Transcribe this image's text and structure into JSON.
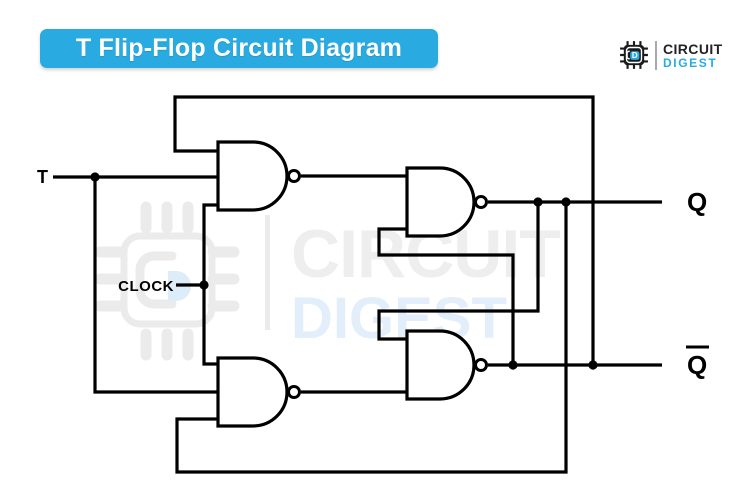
{
  "header": {
    "title": "T Flip-Flop Circuit Diagram"
  },
  "brand": {
    "name_top": "CIRCUIT",
    "name_bottom": "DIGEST",
    "monogram": "D",
    "accent_color": "#29abe2"
  },
  "watermark": {
    "text_top": "CIRCUIT",
    "text_bottom": "DIGEST"
  },
  "circuit": {
    "type": "logic-diagram",
    "inputs": {
      "t": "T",
      "clock": "CLOCK"
    },
    "outputs": {
      "q": "Q",
      "q_bar": "Q̄"
    },
    "gates": [
      {
        "id": "NAND-1",
        "type": "NAND",
        "position": "top-left",
        "inputs": [
          "Q̄ feedback",
          "T",
          "CLOCK"
        ]
      },
      {
        "id": "NAND-2",
        "type": "NAND",
        "position": "bottom-left",
        "inputs": [
          "CLOCK",
          "T",
          "Q feedback"
        ]
      },
      {
        "id": "NAND-3",
        "type": "NAND",
        "position": "top-right",
        "inputs": [
          "NAND-1 output",
          "Q̄ cross-couple"
        ],
        "output": "Q"
      },
      {
        "id": "NAND-4",
        "type": "NAND",
        "position": "bottom-right",
        "inputs": [
          "Q cross-couple",
          "NAND-2 output"
        ],
        "output": "Q̄"
      }
    ],
    "colors": {
      "line": "#000000",
      "banner": "#29abe2"
    }
  }
}
